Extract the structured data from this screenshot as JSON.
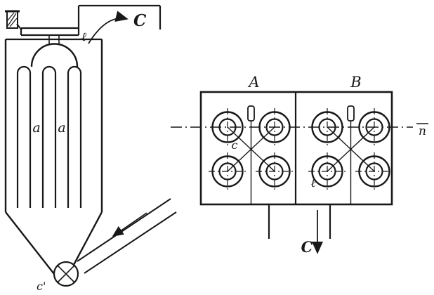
{
  "colors": {
    "ink": "#181818",
    "paper": "#ffffff"
  },
  "elevation": {
    "labels": {
      "outlet": "C",
      "inlet_pipe": "ℓ",
      "tube_left": "a",
      "tube_right": "a",
      "discharge": "c'"
    }
  },
  "plan": {
    "labels": {
      "section_a": "A",
      "section_b": "B",
      "inner_c": "c",
      "inner_l": "ℓ",
      "axis": "n",
      "outlet": "C"
    }
  }
}
